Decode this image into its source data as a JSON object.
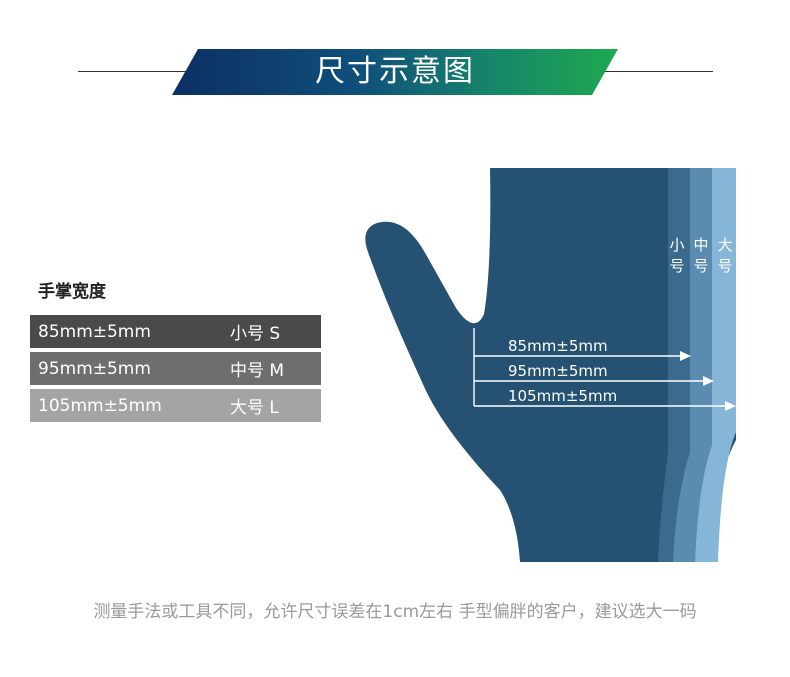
{
  "header": {
    "title": "尺寸示意图"
  },
  "section": {
    "label": "手掌宽度"
  },
  "sizes": [
    {
      "measure": "85mm±5mm",
      "size": "小号 S"
    },
    {
      "measure": "95mm±5mm",
      "size": "中号 M"
    },
    {
      "measure": "105mm±5mm",
      "size": "大号 L"
    }
  ],
  "diagram": {
    "size_labels": [
      "小",
      "号",
      "中",
      "号",
      "大",
      "号"
    ],
    "arrows": [
      "85mm±5mm",
      "95mm±5mm",
      "105mm±5mm"
    ]
  },
  "footnote": "测量手法或工具不同，允许尺寸误差在1cm左右 手型偏胖的客户，建议选大一码",
  "colors": {
    "glove": "#255273",
    "band_small": "#3a6a8d",
    "band_medium": "#5a8cb1",
    "band_large": "#85b6d8"
  }
}
